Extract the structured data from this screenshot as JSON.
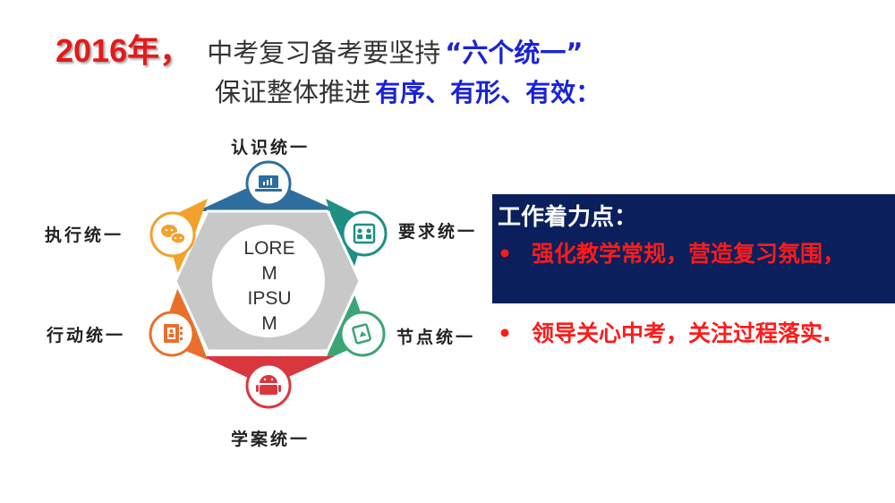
{
  "header": {
    "year": "2016年，",
    "line1_text": "中考复习备考要坚持",
    "line1_highlight": "“六个统一”",
    "line2_text": "保证整体推进",
    "line2_highlight": "有序、有形、有效："
  },
  "diagram": {
    "center_text": [
      "LORE",
      "M",
      "IPSU",
      "M"
    ],
    "nodes": [
      {
        "label": "认识统一",
        "icon": "laptop-chart-icon",
        "color": "#2e6e9e"
      },
      {
        "label": "要求统一",
        "icon": "id-card-icon",
        "color": "#1f8f84"
      },
      {
        "label": "节点统一",
        "icon": "phone-icon",
        "color": "#3ca576"
      },
      {
        "label": "学案统一",
        "icon": "android-icon",
        "color": "#d9363e"
      },
      {
        "label": "行动统一",
        "icon": "contacts-book-icon",
        "color": "#ea6f2b"
      },
      {
        "label": "执行统一",
        "icon": "chat-bubbles-icon",
        "color": "#f2a12b"
      }
    ]
  },
  "panel": {
    "title": "工作着力点：",
    "bullet_symbol": "•",
    "bullets": [
      "强化教学常规，营造复习氛围，",
      "领导关心中考，关注过程落实."
    ]
  }
}
